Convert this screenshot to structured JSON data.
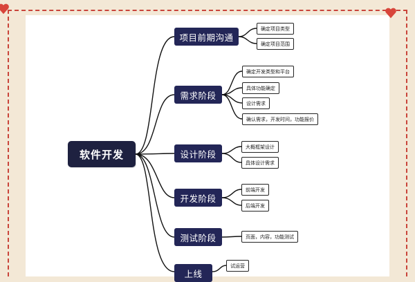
{
  "mindmap": {
    "root": "软件开发",
    "phases": [
      {
        "label": "项目前期沟通",
        "items": [
          "确定项目类型",
          "确定项目范围"
        ]
      },
      {
        "label": "需求阶段",
        "items": [
          "确定开发类型和平台",
          "具体功能确定",
          "设计需求",
          "确认需求，开发时间，功能报价"
        ]
      },
      {
        "label": "设计阶段",
        "items": [
          "大概框架设计",
          "具体设计需求"
        ]
      },
      {
        "label": "开发阶段",
        "items": [
          "前端开发",
          "后端开发"
        ]
      },
      {
        "label": "测试阶段",
        "items": [
          "页面，内容，功能测试"
        ]
      },
      {
        "label": "上线",
        "items": [
          "试运营"
        ]
      }
    ]
  },
  "colors": {
    "node_dark": "#232657",
    "border_dash": "#c9443a",
    "background": "#f3e8d6"
  }
}
